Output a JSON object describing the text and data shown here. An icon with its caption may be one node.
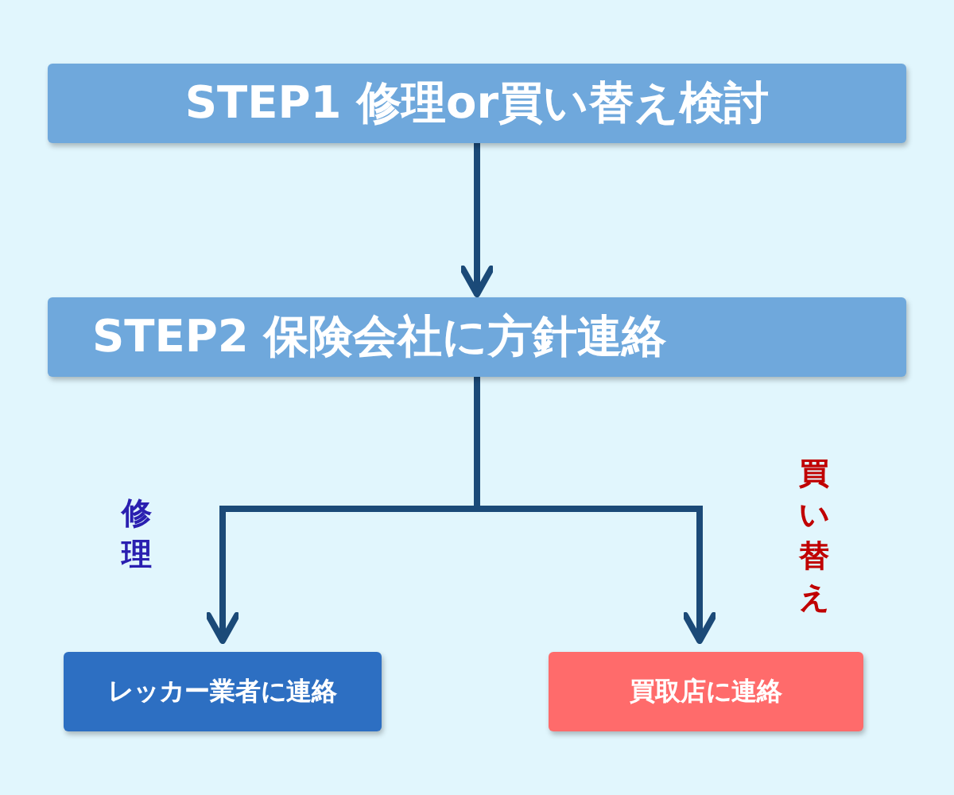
{
  "diagram": {
    "nodes": [
      {
        "text": [
          "STEP1 修理or買い替え検討"
        ]
      },
      {
        "text": [
          "STEP2 保険会社に方針連絡"
        ]
      },
      {
        "text": [
          "レッカー業者に連絡"
        ]
      },
      {
        "text": [
          "買取店に連絡"
        ]
      }
    ],
    "edges": [
      {
        "from": 0,
        "to": 1,
        "arrow": "to"
      },
      {
        "from": 1,
        "to": 2,
        "arrow": "to",
        "label": "修理"
      },
      {
        "from": 1,
        "to": 3,
        "arrow": "to",
        "label": "買い替え"
      }
    ]
  }
}
